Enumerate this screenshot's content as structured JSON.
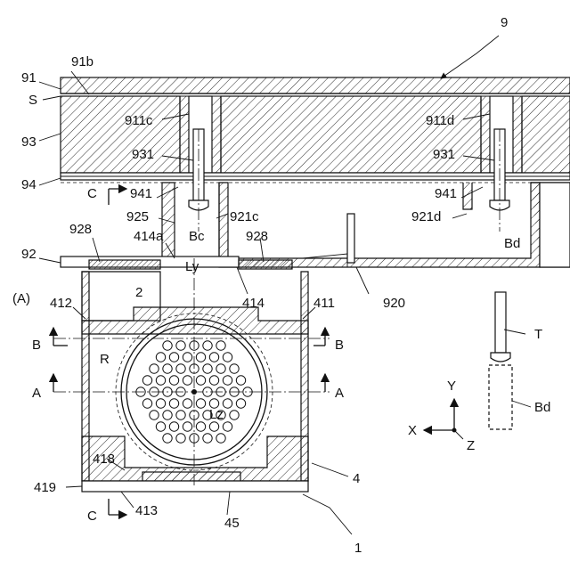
{
  "labels": {
    "l9": "9",
    "l91": "91",
    "l91b": "91b",
    "lS": "S",
    "l93": "93",
    "l911c": "911c",
    "l911d": "911d",
    "l931a": "931",
    "l931b": "931",
    "l94": "94",
    "lC1": "C",
    "l941a": "941",
    "l941b": "941",
    "l925": "925",
    "l921c": "921c",
    "l921d": "921d",
    "l414a": "414a",
    "lBc": "Bc",
    "lBd1": "Bd",
    "lBd2": "Bd",
    "l928a": "928",
    "l928b": "928",
    "l92": "92",
    "lLy": "Ly",
    "lA_paren": "(A)",
    "l412": "412",
    "l2": "2",
    "l414": "414",
    "l411": "411",
    "l920": "920",
    "lB1": "B",
    "lB2": "B",
    "lR": "R",
    "lA1": "A",
    "lA2": "A",
    "lLz": "Lz",
    "lT": "T",
    "l418": "418",
    "l4": "4",
    "l419": "419",
    "l413": "413",
    "lC2": "C",
    "l45": "45",
    "l1": "1"
  },
  "axes": {
    "y": "Y",
    "x": "X",
    "z": "Z"
  }
}
